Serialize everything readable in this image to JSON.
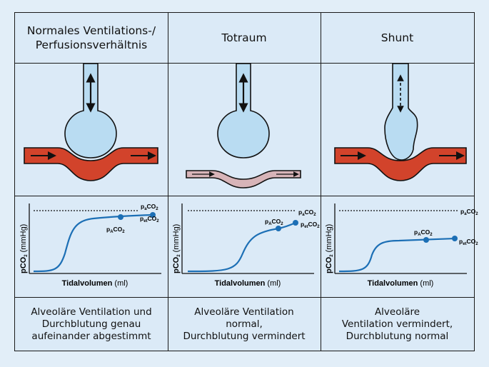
{
  "columns": [
    {
      "title": "Normales Ventilations-/\nPerfusionsverhältnis",
      "description": "Alveoläre Ventilation und\nDurchblutung genau\naufeinander abgestimmt",
      "labels": {
        "point": "p",
        "point_sub": "A",
        "point_main": "CO",
        "point_sub2": "2",
        "end": "p",
        "end_sub": "et",
        "end_main": "CO",
        "end_sub2": "2",
        "line": "p",
        "line_sub": "a",
        "line_main": "CO",
        "line_sub2": "2"
      }
    },
    {
      "title": "Totraum",
      "description": "Alveoläre Ventilation\nnormal,\nDurchblutung vermindert",
      "labels": {
        "point": "p",
        "point_sub": "A",
        "point_main": "CO",
        "point_sub2": "2",
        "end": "p",
        "end_sub": "et",
        "end_main": "CO",
        "end_sub2": "2",
        "line": "p",
        "line_sub": "a",
        "line_main": "CO",
        "line_sub2": "2"
      }
    },
    {
      "title": "Shunt",
      "description": "Alveoläre\nVentilation vermindert,\nDurchblutung normal",
      "labels": {
        "point": "p",
        "point_sub": "A",
        "point_main": "CO",
        "point_sub2": "2",
        "end": "p",
        "end_sub": "et",
        "end_main": "CO",
        "end_sub2": "2",
        "line": "p",
        "line_sub": "a",
        "line_main": "CO",
        "line_sub2": "2"
      }
    }
  ],
  "axes": {
    "ylabel_main": "pCO",
    "ylabel_sub": "2",
    "ylabel_unit": " (mmHg)",
    "xlabel_main": "Tidalvolumen",
    "xlabel_unit": " (ml)"
  },
  "colors": {
    "alveolus": "#b9dcf2",
    "vessel_normal": "#d2432b",
    "vessel_reduced": "#d7b4b8",
    "curve": "#1c6fb5",
    "ink": "#1a1a1a"
  }
}
